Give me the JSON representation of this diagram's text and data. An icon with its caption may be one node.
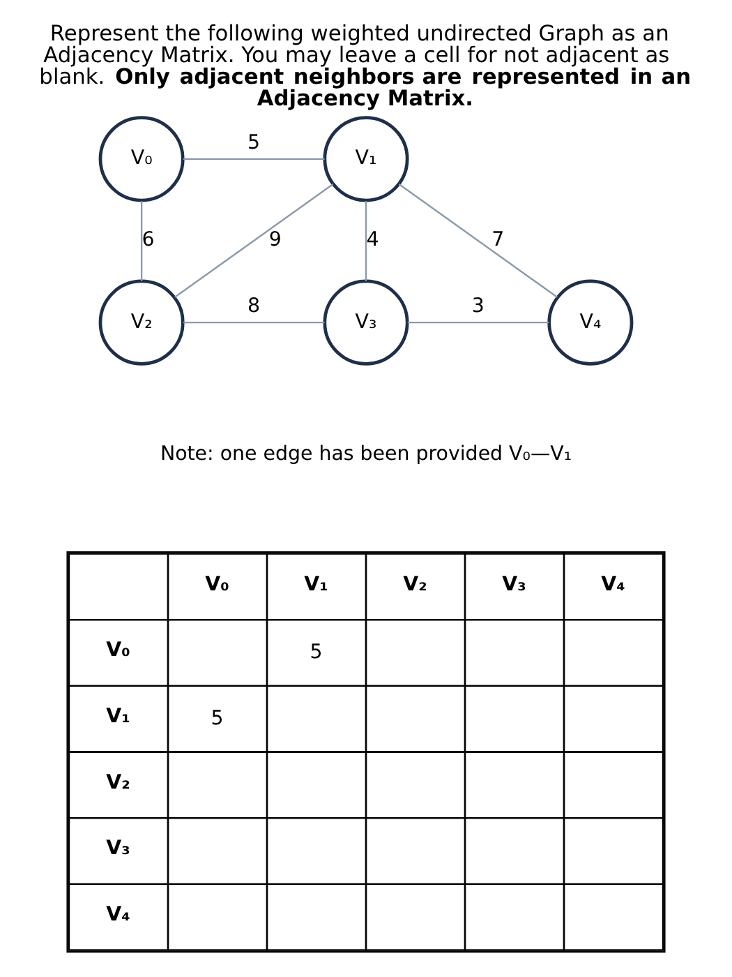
{
  "diagram": {
    "title": "Represent the following weighted undirected Graph as an Adjacency Matrix.  You may leave a cell for not adjacent as blank. **Only adjacent neighbors are represented in an Adjacency Matrix.**",
    "nodes": [
      {
        "text": [
          "V₀"
        ]
      },
      {
        "text": [
          "V₁"
        ]
      },
      {
        "text": [
          "V₂"
        ]
      },
      {
        "text": [
          "V₃"
        ]
      },
      {
        "text": [
          "V₄"
        ]
      }
    ],
    "edges": [
      {
        "from": 0,
        "to": 1,
        "arrow": "none",
        "label": "5"
      },
      {
        "from": 1,
        "to": 4,
        "arrow": "none",
        "label": "7"
      },
      {
        "from": 0,
        "to": 2,
        "arrow": "none",
        "label": "6"
      },
      {
        "from": 1,
        "to": 2,
        "arrow": "none",
        "label": "9"
      },
      {
        "from": 1,
        "to": 3,
        "arrow": "none",
        "label": "4"
      },
      {
        "from": 3,
        "to": 4,
        "arrow": "none",
        "label": "3"
      },
      {
        "from": 2,
        "to": 3,
        "arrow": "none",
        "label": "8"
      }
    ],
    "labels": [
      "Note: one edge has been provided V₀—V₁",
      "V₀",
      "V₁",
      "V₂",
      "V₃",
      "V₄",
      "V₀",
      "5",
      "V₁",
      "5",
      "V₂",
      "V₃",
      "V₄"
    ]
  }
}
